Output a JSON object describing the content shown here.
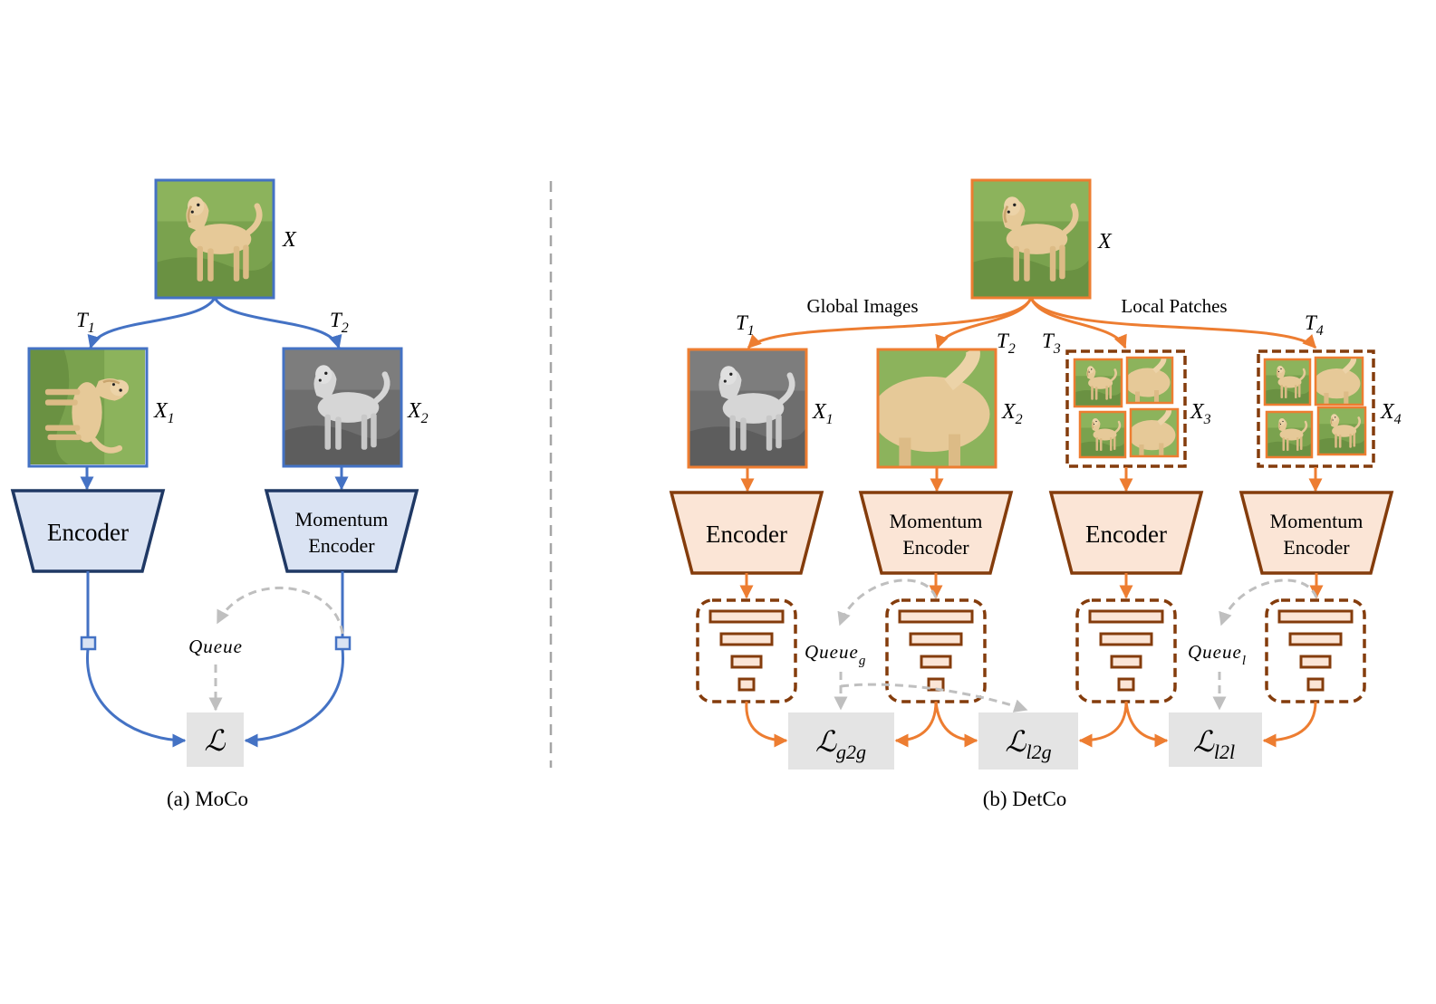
{
  "colors": {
    "moco": "#4472c4",
    "moco_fill": "#dae3f3",
    "detco": "#ed7d31",
    "detco_fill": "#fbe5d6",
    "detco_dark": "#843c0c",
    "loss_fill": "#e4e4e4",
    "queue_arrow": "#bfbfbf",
    "divider": "#a6a6a6",
    "grass": "#7aa24e",
    "dog": "#e6c998"
  },
  "moco": {
    "caption": "(a) MoCo",
    "input": {
      "label": "X"
    },
    "views": [
      {
        "t": "T",
        "t_sub": "1",
        "x": "X",
        "x_sub": "1"
      },
      {
        "t": "T",
        "t_sub": "2",
        "x": "X",
        "x_sub": "2"
      }
    ],
    "encoder": "Encoder",
    "momentum_encoder": [
      "Momentum",
      "Encoder"
    ],
    "queue": "Queue",
    "loss": "ℒ"
  },
  "detco": {
    "caption": "(b) DetCo",
    "input": {
      "label": "X"
    },
    "group_labels": {
      "global": "Global Images",
      "local": "Local Patches"
    },
    "views": [
      {
        "t": "T",
        "t_sub": "1",
        "x": "X",
        "x_sub": "1",
        "encoder": [
          "Encoder"
        ]
      },
      {
        "t": "T",
        "t_sub": "2",
        "x": "X",
        "x_sub": "2",
        "encoder": [
          "Momentum",
          "Encoder"
        ]
      },
      {
        "t": "T",
        "t_sub": "3",
        "x": "X",
        "x_sub": "3",
        "encoder": [
          "Encoder"
        ]
      },
      {
        "t": "T",
        "t_sub": "4",
        "x": "X",
        "x_sub": "4",
        "encoder": [
          "Momentum",
          "Encoder"
        ]
      }
    ],
    "queues": [
      {
        "label": "Queue",
        "sub": "g"
      },
      {
        "label": "Queue",
        "sub": "l"
      }
    ],
    "losses": [
      {
        "symbol": "ℒ",
        "sub": "g2g"
      },
      {
        "symbol": "ℒ",
        "sub": "l2g"
      },
      {
        "symbol": "ℒ",
        "sub": "l2l"
      }
    ]
  }
}
